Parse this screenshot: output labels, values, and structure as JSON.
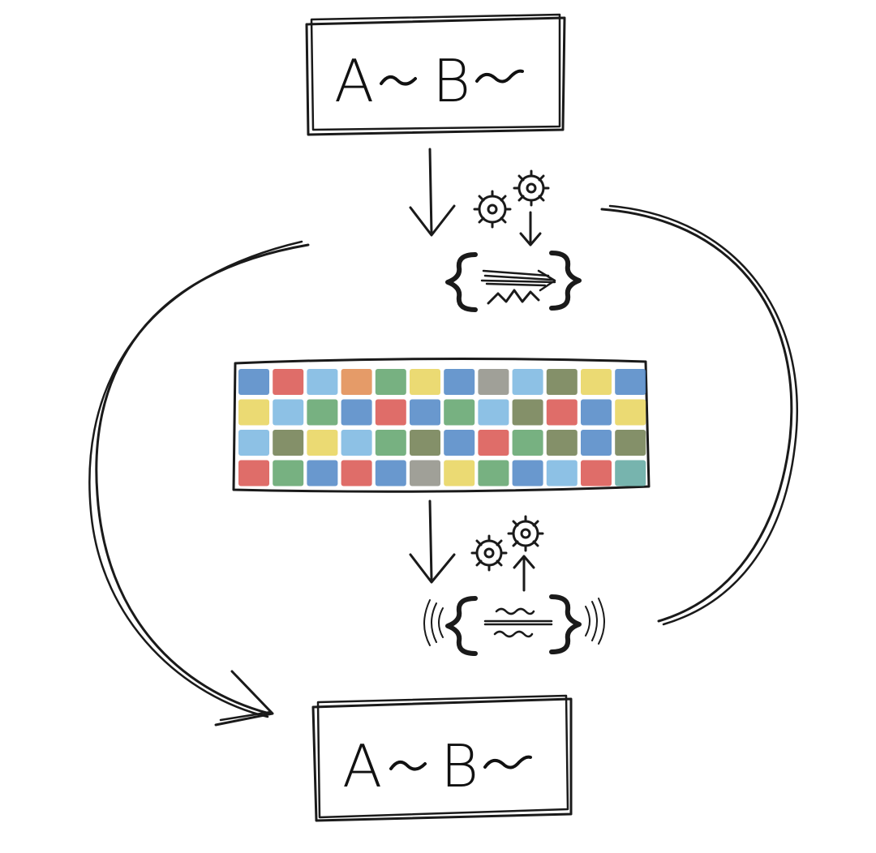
{
  "top_box": {
    "letters": [
      "A",
      "B"
    ]
  },
  "bottom_box": {
    "letters": [
      "A",
      "B"
    ]
  },
  "icons": {
    "encode_gears": "gears-icon",
    "encode_block": "compressed-signal-brackets-icon",
    "decode_gears": "gears-icon",
    "decode_block": "vibrating-signal-brackets-icon"
  },
  "grid": {
    "rows": 4,
    "cols": 12,
    "palette": {
      "blue": "#4f86c6",
      "lightblue": "#79b6e0",
      "red": "#d9534f",
      "green": "#5fa36b",
      "yellow": "#e8d35a",
      "orange": "#e08a4e",
      "olive": "#6f7d4f",
      "gray": "#8f8f86",
      "teal": "#5fa7a0"
    },
    "cells": [
      [
        "blue",
        "red",
        "lightblue",
        "orange",
        "green",
        "yellow",
        "blue",
        "gray",
        "lightblue",
        "olive",
        "yellow",
        "blue"
      ],
      [
        "yellow",
        "lightblue",
        "green",
        "blue",
        "red",
        "blue",
        "green",
        "lightblue",
        "olive",
        "red",
        "blue",
        "yellow"
      ],
      [
        "lightblue",
        "olive",
        "yellow",
        "lightblue",
        "green",
        "olive",
        "blue",
        "red",
        "green",
        "olive",
        "blue",
        "olive"
      ],
      [
        "red",
        "green",
        "blue",
        "red",
        "blue",
        "gray",
        "yellow",
        "green",
        "blue",
        "lightblue",
        "red",
        "teal"
      ]
    ]
  }
}
